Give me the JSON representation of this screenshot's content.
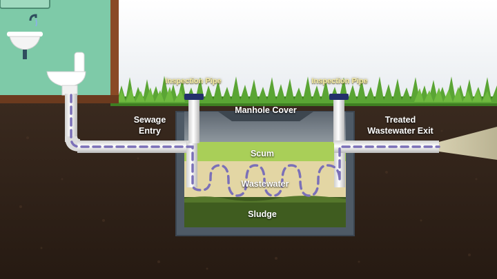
{
  "labels": {
    "inspection_pipe_left": "Inspection Pipe",
    "inspection_pipe_right": "Inspection Pipe",
    "manhole_cover": "Manhole Cover",
    "sewage_entry_line1": "Sewage",
    "sewage_entry_line2": "Entry",
    "treated_exit_line1": "Treated",
    "treated_exit_line2": "Wastewater Exit",
    "scum": "Scum",
    "wastewater": "Wastewater",
    "sludge": "Sludge"
  },
  "icons": [
    "sink-icon",
    "toilet-icon"
  ],
  "colors": {
    "soil": "#2f2219",
    "grass": "#4f9a2c",
    "sky": "#f2f4f7",
    "house_wall": "#7ecaa8",
    "house_frame": "#8a4a26",
    "tank_wall": "#4e5a66",
    "scum": "#a9cf58",
    "wastewater": "#e3d6a4",
    "sludge": "#3f5c1f",
    "pipe": "#e6e6e6",
    "flow_dash": "#7b70b8",
    "label_yellow": "#f3e9a0"
  }
}
